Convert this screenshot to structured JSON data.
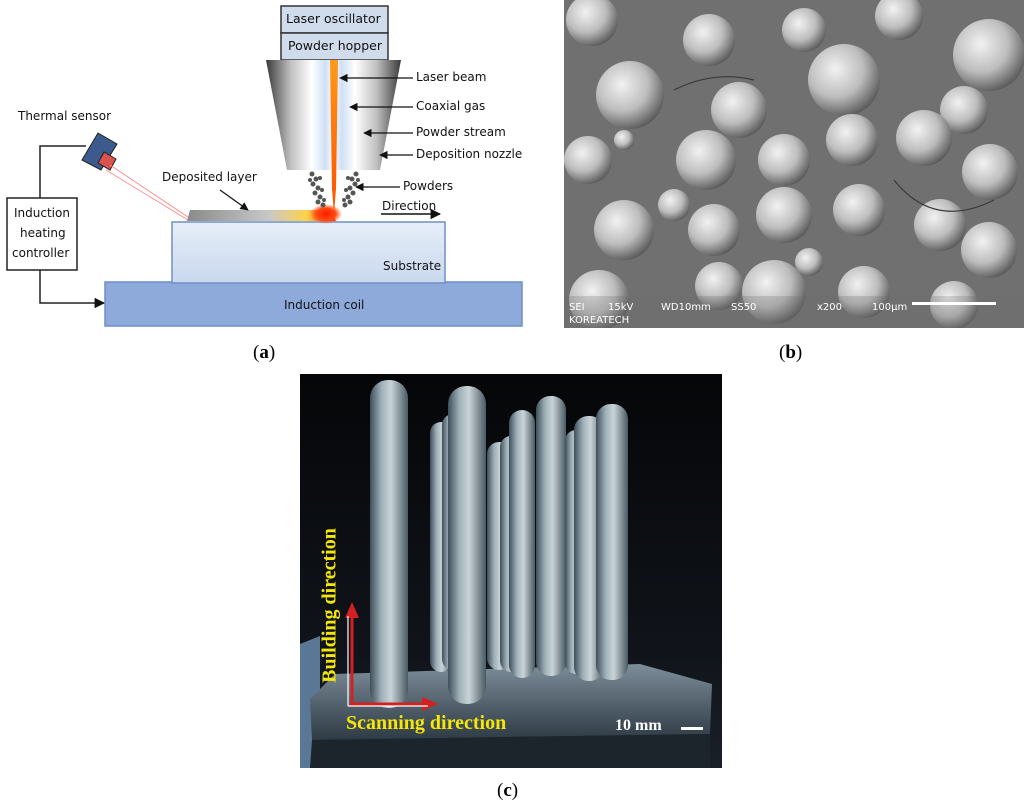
{
  "panel_a": {
    "laser_oscillator": "Laser oscillator",
    "powder_hopper": "Powder hopper",
    "laser_beam": "Laser beam",
    "coaxial_gas": "Coaxial gas",
    "powder_stream": "Powder stream",
    "deposition_nozzle": "Deposition nozzle",
    "powders": "Powders",
    "direction": "Direction",
    "deposited_layer": "Deposited layer",
    "thermal_sensor": "Thermal sensor",
    "controller_line1": "Induction",
    "controller_line2": "heating",
    "controller_line3": "controller",
    "substrate": "Substrate",
    "induction_coil": "Induction coil"
  },
  "panel_b": {
    "sei": "SEI",
    "kv": "15kV",
    "wd": "WD10mm",
    "ss": "SS50",
    "mag": "x200",
    "scale": "100μm",
    "org": "KOREATECH"
  },
  "panel_c": {
    "building_direction": "Building direction",
    "scanning_direction": "Scanning direction",
    "scale_bar": "10 mm"
  },
  "captions": {
    "a_open": "(",
    "a_letter": "a",
    "a_close": ")",
    "b_open": "(",
    "b_letter": "b",
    "b_close": ")",
    "c_open": "(",
    "c_letter": "c",
    "c_close": ")"
  }
}
